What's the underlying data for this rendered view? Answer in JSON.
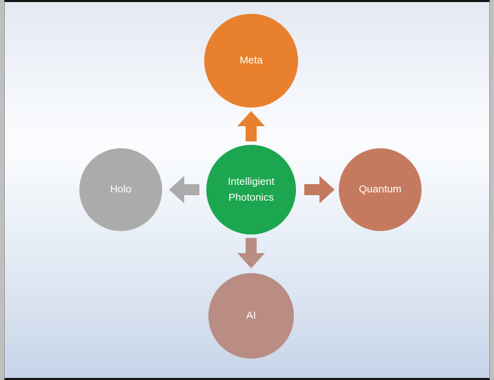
{
  "slide": {
    "background_top": "#e4e8f1",
    "background_bottom": "#c7d4e8",
    "text_color": "#ffffff"
  },
  "diagram": {
    "center": {
      "lines": [
        "Intelligient",
        "Photonics"
      ],
      "color": "#1ca64f"
    },
    "nodes": {
      "meta": {
        "label": "Meta",
        "color": "#e8802d"
      },
      "quantum": {
        "label": "Quantum",
        "color": "#c57a5f"
      },
      "ai": {
        "label": "AI",
        "color": "#b98c84"
      },
      "holo": {
        "label": "Holo",
        "color": "#ababab"
      }
    },
    "arrows": {
      "up": {
        "color": "#e8802d"
      },
      "right": {
        "color": "#c57a5f"
      },
      "down": {
        "color": "#b98c84"
      },
      "left": {
        "color": "#ababab"
      }
    }
  }
}
